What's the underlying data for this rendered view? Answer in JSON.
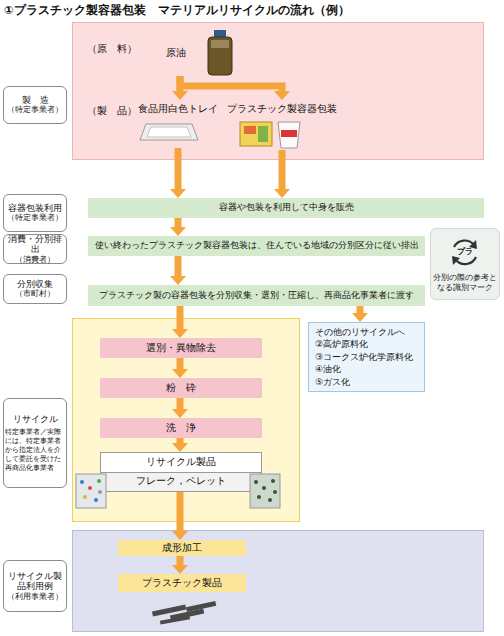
{
  "diagram": {
    "title": "①プラスチック製容器包装　マテリアルリサイクルの流れ（例）",
    "nodes": [
      {
        "text": [
          "製　造",
          "（特定事業者）"
        ]
      },
      {
        "text": [
          "（原　料）",
          "（製　品）"
        ]
      },
      {
        "text": [
          "原油"
        ],
        "in": 1
      },
      {
        "text": [
          "食品用白色トレイ"
        ],
        "in": 1
      },
      {
        "text": [
          "プラスチック製容器包装"
        ],
        "in": 1
      },
      {
        "text": [
          "容器包装利用",
          "（特定事業者）"
        ]
      },
      {
        "text": [
          "容器や包装を利用して中身を販売"
        ]
      },
      {
        "text": [
          "消費・分別排出",
          "（消費者）"
        ]
      },
      {
        "text": [
          "使い終わったプラスチック製容器包装は、住んでいる地域の分別区分に従い排出"
        ]
      },
      {
        "text": [
          "プラ",
          "分別の際の参考となる識別マーク"
        ]
      },
      {
        "text": [
          "分別収集",
          "（市町村）"
        ]
      },
      {
        "text": [
          "プラスチック製の容器包装を分別収集・選別・圧縮し、再商品化事業者に渡す"
        ]
      },
      {
        "text": [
          "その他のリサイクルへ",
          "②高炉原料化",
          "③コークス炉化学原料化",
          "④油化",
          "⑤ガス化"
        ]
      },
      {
        "text": [
          "リサイクル",
          "特定事業者／実際には、特定事業者から指定法人を介して委託を受けた再商品化事業者"
        ]
      },
      {
        "text": []
      },
      {
        "text": [
          "選別・異物除去"
        ],
        "in": 14
      },
      {
        "text": [
          "粉　砕"
        ],
        "in": 14
      },
      {
        "text": [
          "洗　浄"
        ],
        "in": 14
      },
      {
        "text": [
          "リサイクル製品",
          "フレーク，ペレット"
        ],
        "in": 14
      },
      {
        "text": [
          "リサイクル製品利用例",
          "（利用事業者）"
        ]
      },
      {
        "text": []
      },
      {
        "text": [
          "成形加工"
        ],
        "in": 20
      },
      {
        "text": [
          "プラスチック製品"
        ],
        "in": 20
      }
    ],
    "edges": [
      {
        "from": 2,
        "to": 3,
        "arrow": "to"
      },
      {
        "from": 2,
        "to": 4,
        "arrow": "to"
      },
      {
        "from": 3,
        "to": 6,
        "arrow": "to"
      },
      {
        "from": 4,
        "to": 6,
        "arrow": "to"
      },
      {
        "from": 6,
        "to": 8,
        "arrow": "to"
      },
      {
        "from": 8,
        "to": 11,
        "arrow": "to"
      },
      {
        "from": 11,
        "to": 15,
        "arrow": "to"
      },
      {
        "from": 11,
        "to": 12,
        "arrow": "to"
      },
      {
        "from": 15,
        "to": 16,
        "arrow": "to"
      },
      {
        "from": 16,
        "to": 17,
        "arrow": "to"
      },
      {
        "from": 17,
        "to": 18,
        "arrow": "to"
      },
      {
        "from": 18,
        "to": 21,
        "arrow": "to"
      },
      {
        "from": 21,
        "to": 22,
        "arrow": "to"
      }
    ]
  }
}
